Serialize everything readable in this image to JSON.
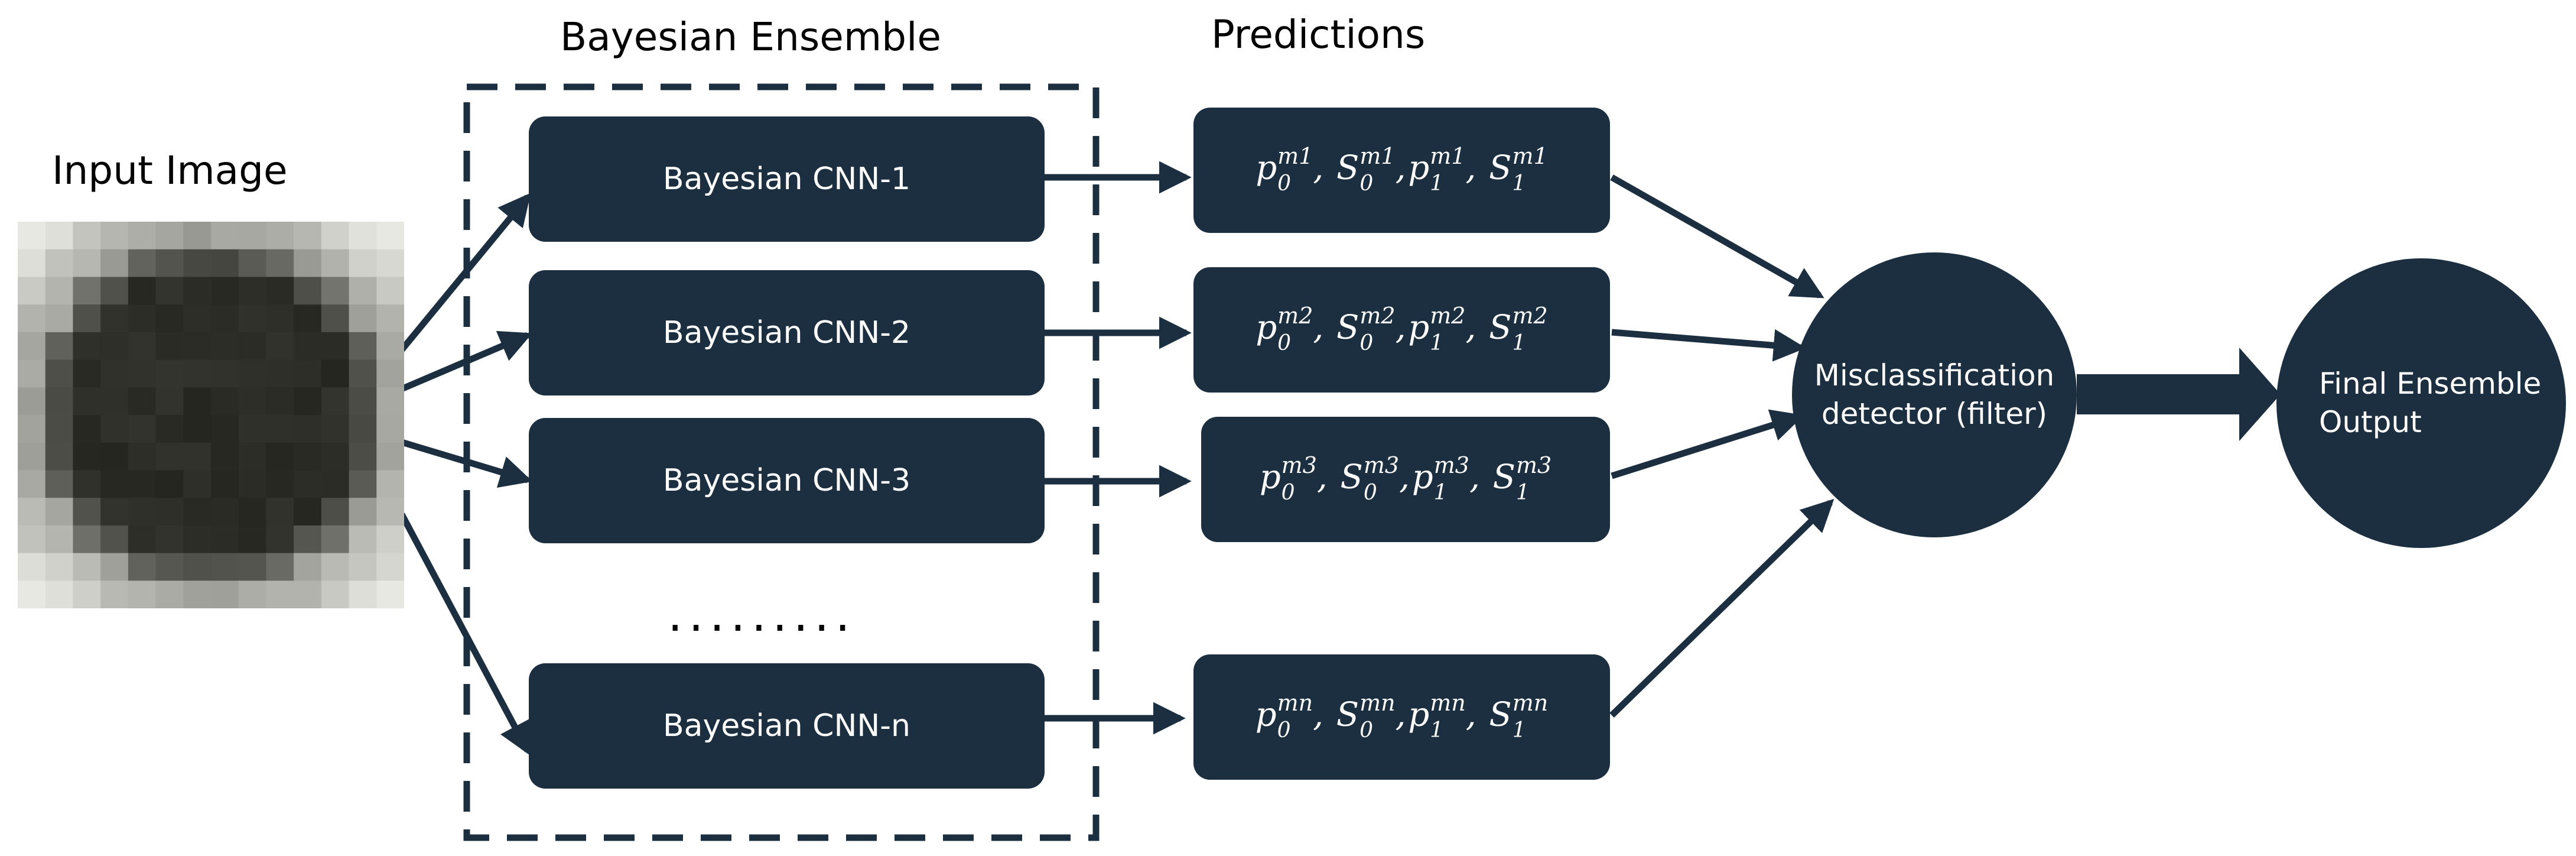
{
  "headings": {
    "input_image": "Input Image",
    "ensemble": "Bayesian Ensemble",
    "predictions": "Predictions"
  },
  "models": [
    {
      "label": "Bayesian CNN-1"
    },
    {
      "label": "Bayesian CNN-2"
    },
    {
      "label": "Bayesian CNN-3"
    },
    {
      "label": "Bayesian CNN-n"
    }
  ],
  "ellipsis": ".........",
  "predictions": [
    {
      "suffix": "m1"
    },
    {
      "suffix": "m2"
    },
    {
      "suffix": "m3"
    },
    {
      "suffix": "mn"
    }
  ],
  "detector": {
    "line1": "Misclassification",
    "line2": "detector (filter)"
  },
  "output": {
    "line1": "Final Ensemble",
    "line2": "Output"
  },
  "colors": {
    "box_fill": "#1b2f40",
    "arrow": "#1b2f40",
    "text_on_dark": "#ffffff"
  }
}
